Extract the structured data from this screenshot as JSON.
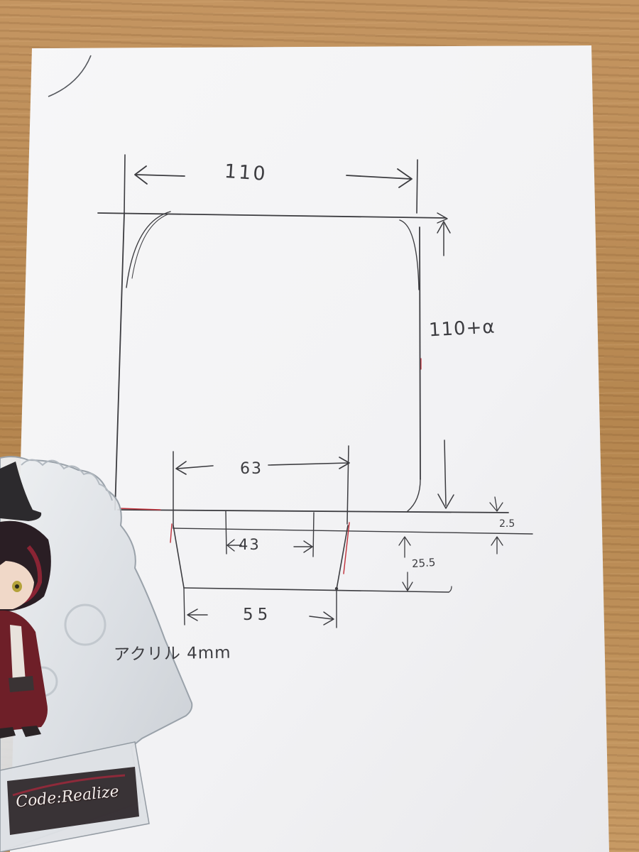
{
  "drawing": {
    "dimensions": {
      "top_width": "110",
      "right_height": "110+α",
      "upper_tab_width": "63",
      "slot_width": "43",
      "slot_depth": "2.5",
      "tab_height": "25.5",
      "bottom_width": "55"
    },
    "material_note": "アクリル 4mm"
  },
  "acrylic_stand": {
    "logo_text": "Code:Realize"
  },
  "colors": {
    "paper": "#f5f5f6",
    "pencil": "#3c3c40",
    "red_pencil": "#c0303a",
    "table": "#b98a55"
  }
}
